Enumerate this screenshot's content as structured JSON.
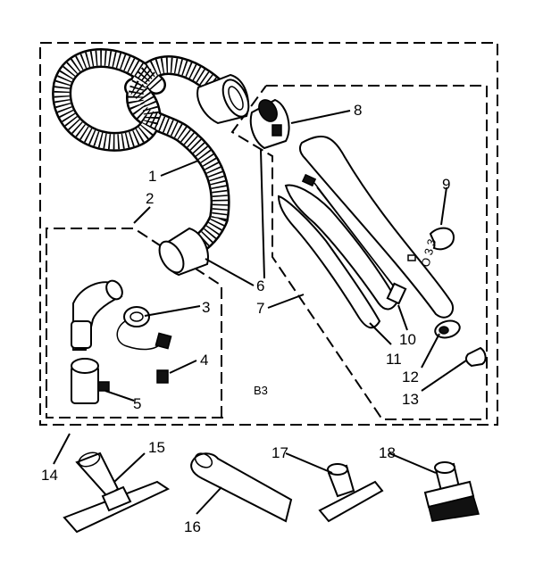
{
  "diagram": {
    "code": "B3",
    "labels": {
      "p1": "1",
      "p2": "2",
      "p3": "3",
      "p4": "4",
      "p5": "5",
      "p6": "6",
      "p7": "7",
      "p8": "8",
      "p9": "9",
      "p10": "10",
      "p11": "11",
      "p12": "12",
      "p13": "13",
      "p14": "14",
      "p15": "15",
      "p16": "16",
      "p17": "17",
      "p18": "18"
    }
  }
}
